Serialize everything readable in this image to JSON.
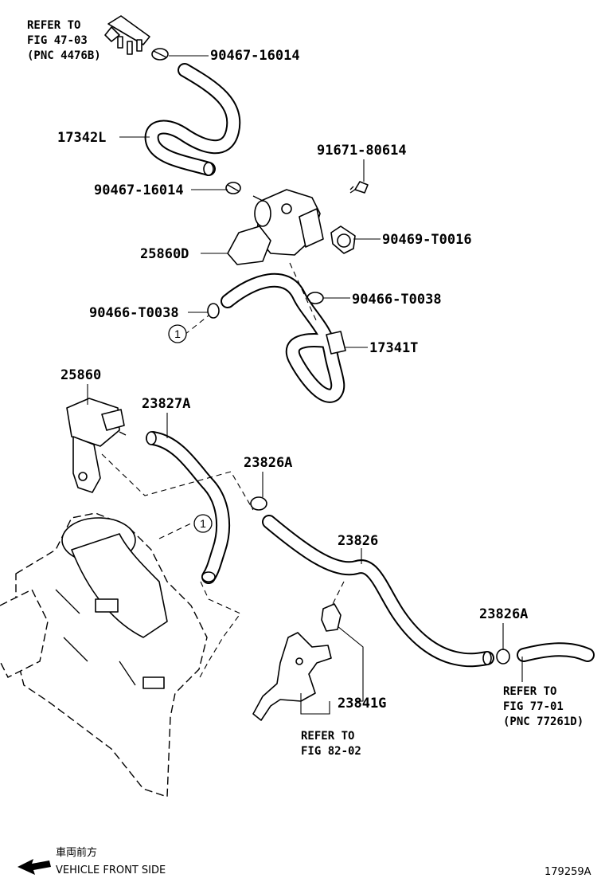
{
  "labels": {
    "refer_47": [
      "REFER TO",
      "FIG 47-03",
      "(PNC 4476B)"
    ],
    "p90467_top": "90467-16014",
    "p17342L": "17342L",
    "p91671": "91671-80614",
    "p90467_mid": "90467-16014",
    "p25860D": "25860D",
    "p90469": "90469-T0016",
    "p90466_right": "90466-T0038",
    "p90466_left": "90466-T0038",
    "p17341T": "17341T",
    "p25860": "25860",
    "p23827A": "23827A",
    "p23826A_top": "23826A",
    "p23826": "23826",
    "p23826A_right": "23826A",
    "p23841G": "23841G",
    "refer_77": [
      "REFER TO",
      "FIG 77-01",
      "(PNC 77261D)"
    ],
    "refer_82": [
      "REFER TO",
      "FIG 82-02"
    ]
  },
  "callouts": {
    "circle_upper": "1",
    "circle_lower": "1"
  },
  "footer": {
    "direction_jp": "車両前方",
    "direction_en": "VEHICLE FRONT SIDE",
    "illustration_no": "179259A"
  }
}
